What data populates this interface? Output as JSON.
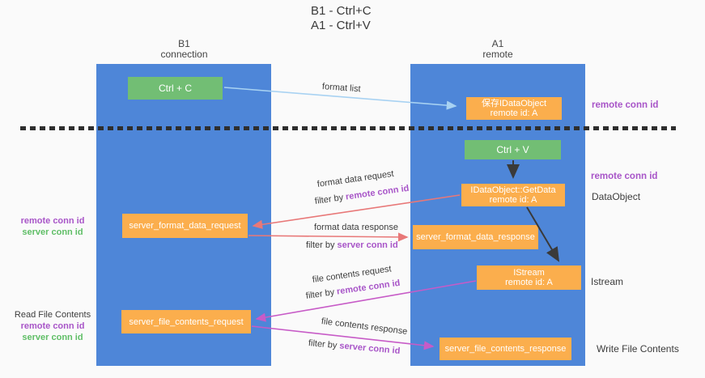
{
  "title": {
    "line1": "B1 - Ctrl+C",
    "line2": "A1 - Ctrl+V"
  },
  "columns": {
    "left": {
      "name": "B1",
      "subtitle": "connection"
    },
    "right": {
      "name": "A1",
      "subtitle": "remote"
    }
  },
  "boxes": {
    "ctrl_c": {
      "label": "Ctrl + C"
    },
    "ctrl_v": {
      "label": "Ctrl + V"
    },
    "save_idataobject": {
      "line1": "保存IDataObject",
      "line2": "remote id: A"
    },
    "idataobject_getdata": {
      "line1": "IDataObject::GetData",
      "line2": "remote id: A"
    },
    "istream": {
      "line1": "IStream",
      "line2": "remote id: A"
    },
    "server_format_data_request": {
      "label": "server_format_data_request"
    },
    "server_format_data_response": {
      "label": "server_format_data_response"
    },
    "server_file_contents_request": {
      "label": "server_file_contents_request"
    },
    "server_file_contents_response": {
      "label": "server_file_contents_response"
    }
  },
  "arrow_labels": {
    "format_list": "format list",
    "format_data_request": "format data request",
    "format_data_response": "format data response",
    "file_contents_request": "file contents request",
    "file_contents_response": "file contents response",
    "filter_by_prefix": "filter by ",
    "remote_conn_id": "remote conn id",
    "server_conn_id": "server conn id"
  },
  "side_labels": {
    "right_top_remote_conn_id": "remote conn id",
    "right_mid_remote_conn_id": "remote conn id",
    "right_dataobject": "DataObject",
    "right_istream": "Istream",
    "right_write_file_contents": "Write File Contents",
    "left_mid_remote_conn_id": "remote conn id",
    "left_mid_server_conn_id": "server conn id",
    "left_bottom_read_file_contents": "Read File Contents",
    "left_bottom_remote_conn_id": "remote conn id",
    "left_bottom_server_conn_id": "server conn id"
  },
  "colors": {
    "lifeline_blue": "#4E86D8",
    "keypress_green": "#72BE74",
    "message_orange": "#FBAE4D",
    "arrow_light_blue": "#A8D2F2",
    "arrow_salmon": "#E87878",
    "arrow_magenta": "#C75BC7",
    "arrow_black": "#3A3A3A",
    "conn_id_purple": "#A855C8",
    "conn_id_green": "#5FBE66",
    "text_dark": "#3C3C3C",
    "background": "#FAFAFA"
  }
}
